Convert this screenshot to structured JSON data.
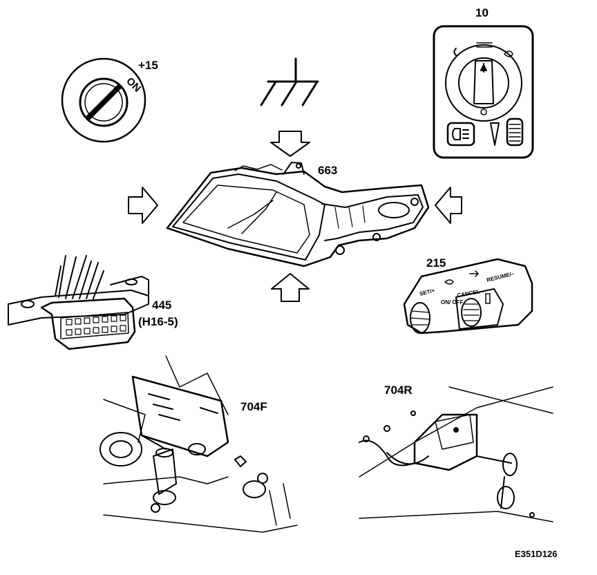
{
  "labels": {
    "ignition": "+15",
    "headlamp": "663",
    "light_switch": "10",
    "diagnostic_connector_number": "445",
    "diagnostic_connector_code": "(H16-5)",
    "cruise_switch": "215",
    "front_sensor": "704F",
    "rear_sensor": "704R",
    "figure_code": "E351D126"
  },
  "ignition_key_text": "ON",
  "cruise_switch_text": {
    "set": "SET/+",
    "on_off": "ON/ OFF",
    "cancel": "CANCEL",
    "resume": "RESUME/–"
  },
  "colors": {
    "ink": "#000000",
    "paper": "#ffffff",
    "shade": "#d9d9d9"
  }
}
